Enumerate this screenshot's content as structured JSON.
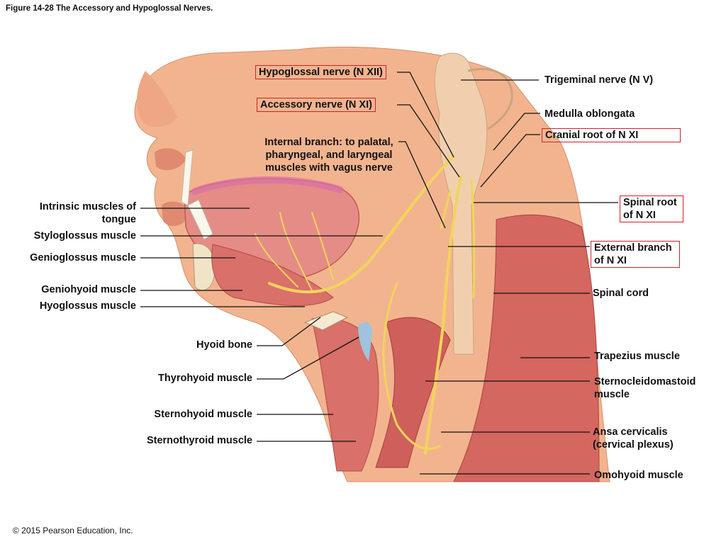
{
  "figure_title": "Figure 14-28 The Accessory and Hypoglossal Nerves.",
  "copyright": "© 2015 Pearson Education, Inc.",
  "colors": {
    "nerve": "#f2d45c",
    "muscle": "#d9706a",
    "muscle_light": "#eaa29a",
    "skin": "#f2b48e",
    "brainstem": "#f1cfae",
    "highlight_box": "#d4202a",
    "leader_line": "#111111"
  },
  "labels": {
    "hypoglossal_nerve": "Hypoglossal nerve (N XII)",
    "accessory_nerve": "Accessory nerve (N XI)",
    "internal_branch": "Internal branch: to palatal, pharyngeal, and laryngeal muscles with vagus nerve",
    "trigeminal_nerve": "Trigeminal nerve (N V)",
    "medulla_oblongata": "Medulla oblongata",
    "cranial_root": "Cranial root of N XI",
    "spinal_root": "Spinal root of N XI",
    "external_branch": "External branch of N XI",
    "spinal_cord": "Spinal cord",
    "trapezius": "Trapezius muscle",
    "sternocleidomastoid": "Sternocleidomastoid muscle",
    "ansa_cervicalis": "Ansa cervicalis (cervical plexus)",
    "omohyoid": "Omohyoid muscle",
    "intrinsic_tongue": "Intrinsic muscles of tongue",
    "styloglossus": "Styloglossus muscle",
    "genioglossus": "Genioglossus muscle",
    "geniohyoid": "Geniohyoid muscle",
    "hyoglossus": "Hyoglossus muscle",
    "hyoid_bone": "Hyoid bone",
    "thyrohyoid": "Thyrohyoid muscle",
    "sternohyoid": "Sternohyoid muscle",
    "sternothyroid": "Sternothyroid muscle"
  }
}
